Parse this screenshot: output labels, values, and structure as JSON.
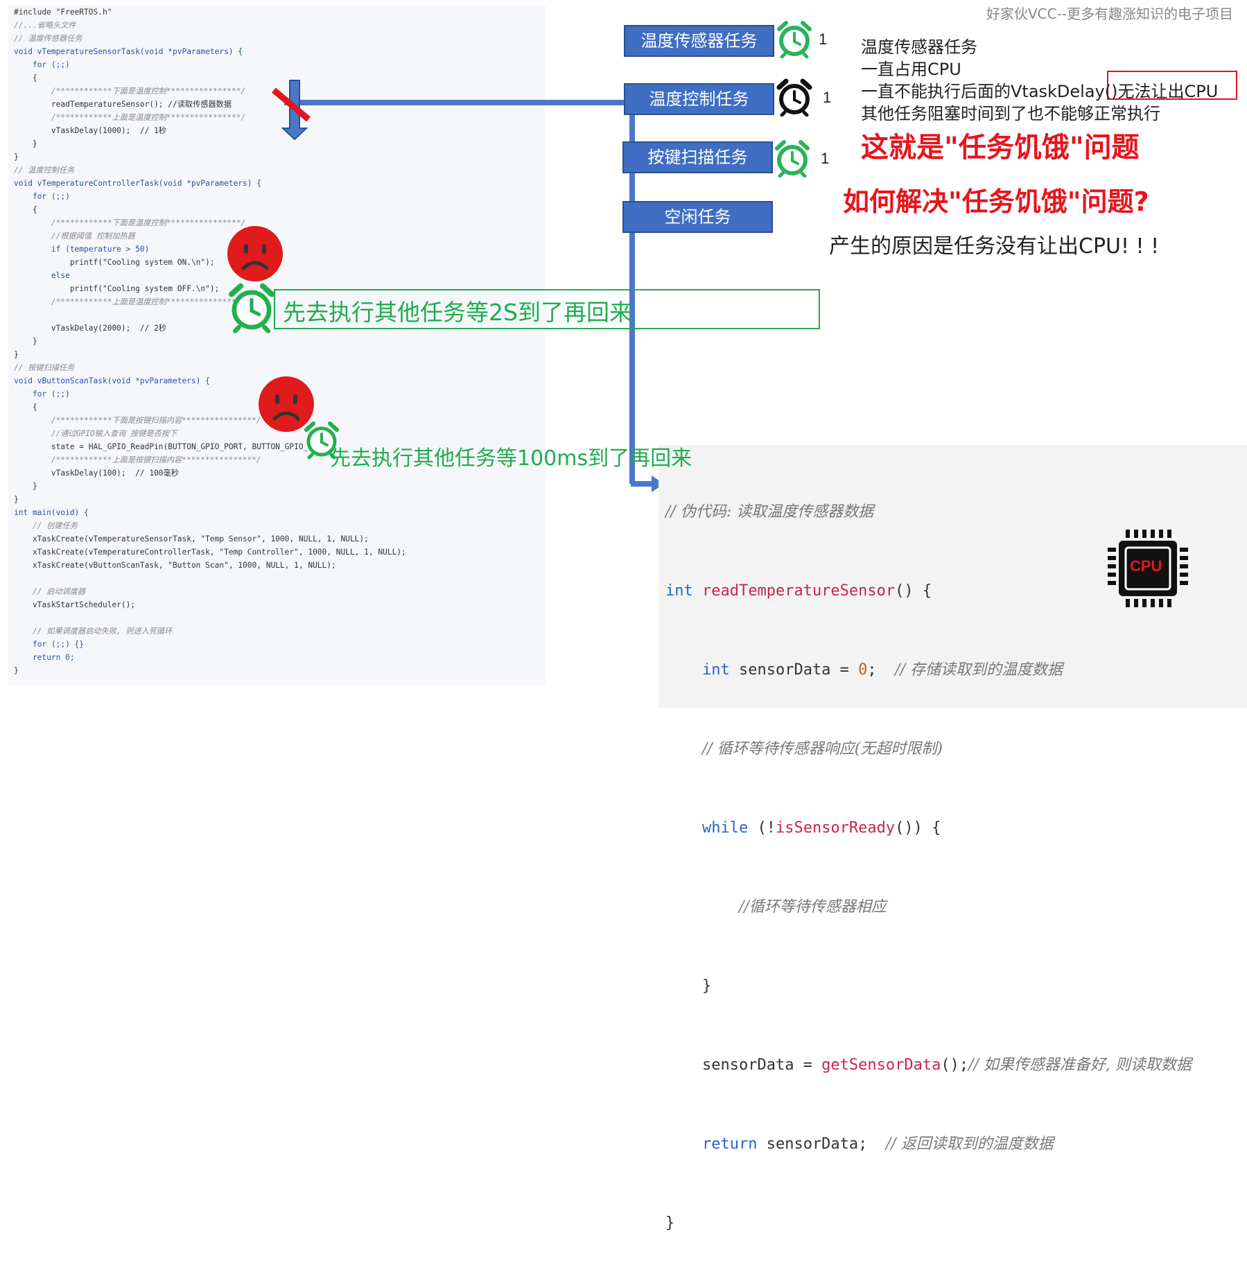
{
  "watermark": "好家伙VCC--更多有趣涨知识的电子项目",
  "code_left": [
    "#include \"FreeRTOS.h\"",
    "//...省略头文件",
    "// 温度传感器任务",
    "void vTemperatureSensorTask(void *pvParameters) {",
    "    for (;;)",
    "    {",
    "        /************下面是温度控制****************/",
    "        readTemperatureSensor(); //读取传感器数据",
    "        /************上面是温度控制****************/",
    "        vTaskDelay(1000);  // 1秒",
    "    }",
    "}",
    "// 温度控制任务",
    "void vTemperatureControllerTask(void *pvParameters) {",
    "    for (;;)",
    "    {",
    "        /************下面是温度控制****************/",
    "        //根据阈值 控制加热器",
    "        if (temperature > 50)",
    "            printf(\"Cooling system ON.\\n\");",
    "        else",
    "            printf(\"Cooling system OFF.\\n\");",
    "        /************上面是温度控制****************/",
    "",
    "        vTaskDelay(2000);  // 2秒",
    "    }",
    "}",
    "// 按键扫描任务",
    "void vButtonScanTask(void *pvParameters) {",
    "    for (;;)",
    "    {",
    "        /************下面是按键扫描内容****************/",
    "        //通过GPIO输入查询 按键是否按下",
    "        state = HAL_GPIO_ReadPin(BUTTON_GPIO_PORT, BUTTON_GPIO_PIN);",
    "        /************上面是按键扫描内容****************/",
    "        vTaskDelay(100);  // 100毫秒",
    "    }",
    "}",
    "int main(void) {",
    "    // 创建任务",
    "    xTaskCreate(vTemperatureSensorTask, \"Temp Sensor\", 1000, NULL, 1, NULL);",
    "    xTaskCreate(vTemperatureControllerTask, \"Temp Controller\", 1000, NULL, 1, NULL);",
    "    xTaskCreate(vButtonScanTask, \"Button Scan\", 1000, NULL, 1, NULL);",
    "",
    "    // 启动调度器",
    "    vTaskStartScheduler();",
    "",
    "    // 如果调度器启动失败, 则进入死循环",
    "    for (;;) {}",
    "    return 0;",
    "}"
  ],
  "tasks": [
    {
      "label": "温度传感器任务",
      "count": "1",
      "icon": "alarm-clock-green"
    },
    {
      "label": "温度控制任务",
      "count": "1",
      "icon": "alarm-clock-black"
    },
    {
      "label": "按键扫描任务",
      "count": "1",
      "icon": "alarm-clock-green"
    },
    {
      "label": "空闲任务"
    }
  ],
  "notes": [
    "温度传感器任务",
    "一直占用CPU",
    "一直不能执行后面的VtaskDelay()无法让出CPU",
    "其他任务阻塞时间到了也不能够正常执行"
  ],
  "headline1": "这就是\"任务饥饿\"问题",
  "headline2": "如何解决\"任务饥饿\"问题?",
  "reason": "产生的原因是任务没有让出CPU! ! !",
  "green_note_1": "先去执行其他任务等2S到了再回来",
  "green_note_2": "先去执行其他任务等100ms到了再回来",
  "code_right_title": "// 伪代码: 读取温度传感器数据",
  "code_right": {
    "l1_kw": "int",
    "l1_fn": "readTemperatureSensor",
    "l1_rest": "() {",
    "l2_kw": "int",
    "l2_var": " sensorData = ",
    "l2_num": "0",
    "l2_rest": ";  ",
    "l2_cmt": "// 存储读取到的温度数据",
    "l3_cmt": "// 循环等待传感器响应(无超时限制)",
    "l4_kw": "while",
    "l4_rest1": " (!",
    "l4_fn": "isSensorReady",
    "l4_rest2": "()) {",
    "l5_cmt": "//循环等待传感器相应",
    "l6": "}",
    "l7_var": "sensorData = ",
    "l7_fn": "getSensorData",
    "l7_rest": "();",
    "l7_cmt": "// 如果传感器准备好, 则读取数据",
    "l8_kw": "return",
    "l8_rest": " sensorData;  ",
    "l8_cmt": "// 返回读取到的温度数据",
    "l9": "}"
  },
  "cpu_label": "CPU",
  "colors": {
    "task_blue": "#3f6ec2",
    "red": "#e8141c",
    "green": "#1fad4c"
  }
}
